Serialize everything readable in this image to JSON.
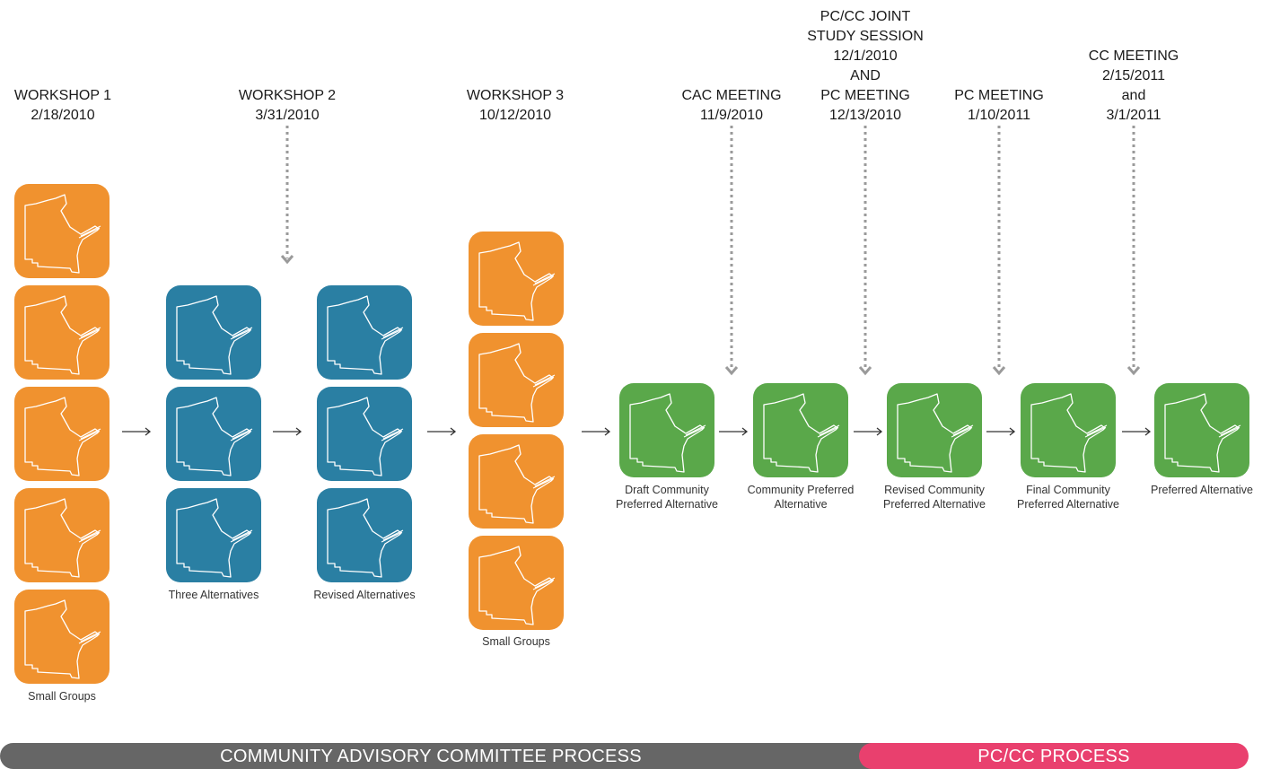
{
  "colors": {
    "workshop_tile": "#f0922f",
    "alternative_tile": "#2a7fa3",
    "preferred_tile": "#5aa84a",
    "cac_bar": "#666666",
    "pccc_bar": "#e9406e",
    "connector": "#9a9a9a",
    "arrow": "#333333"
  },
  "events": {
    "workshop1": [
      "WORKSHOP 1",
      "2/18/2010"
    ],
    "workshop2": [
      "WORKSHOP 2",
      "3/31/2010"
    ],
    "workshop3": [
      "WORKSHOP 3",
      "10/12/2010"
    ],
    "cac_meeting": [
      "CAC MEETING",
      "11/9/2010"
    ],
    "joint_session": [
      "PC/CC JOINT",
      "STUDY SESSION",
      "12/1/2010",
      "AND",
      "PC MEETING",
      "12/13/2010"
    ],
    "pc_meeting": [
      "PC MEETING",
      "1/10/2011"
    ],
    "cc_meeting": [
      "CC MEETING",
      "2/15/2011",
      "and",
      "3/1/2011"
    ]
  },
  "captions": {
    "workshop1": [
      "Small Groups"
    ],
    "three_alternatives": [
      "Three Alternatives"
    ],
    "revised_alternatives": [
      "Revised Alternatives"
    ],
    "workshop3": [
      "Small Groups"
    ],
    "draft": [
      "Draft Community",
      "Preferred Alternative"
    ],
    "community": [
      "Community Preferred",
      "Alternative"
    ],
    "revised_community": [
      "Revised Community",
      "Preferred Alternative"
    ],
    "final_community": [
      "Final Community",
      "Preferred Alternative"
    ],
    "preferred": [
      "Preferred Alternative"
    ]
  },
  "bars": {
    "cac": "COMMUNITY ADVISORY COMMITTEE PROCESS",
    "pccc": "PC/CC PROCESS"
  }
}
